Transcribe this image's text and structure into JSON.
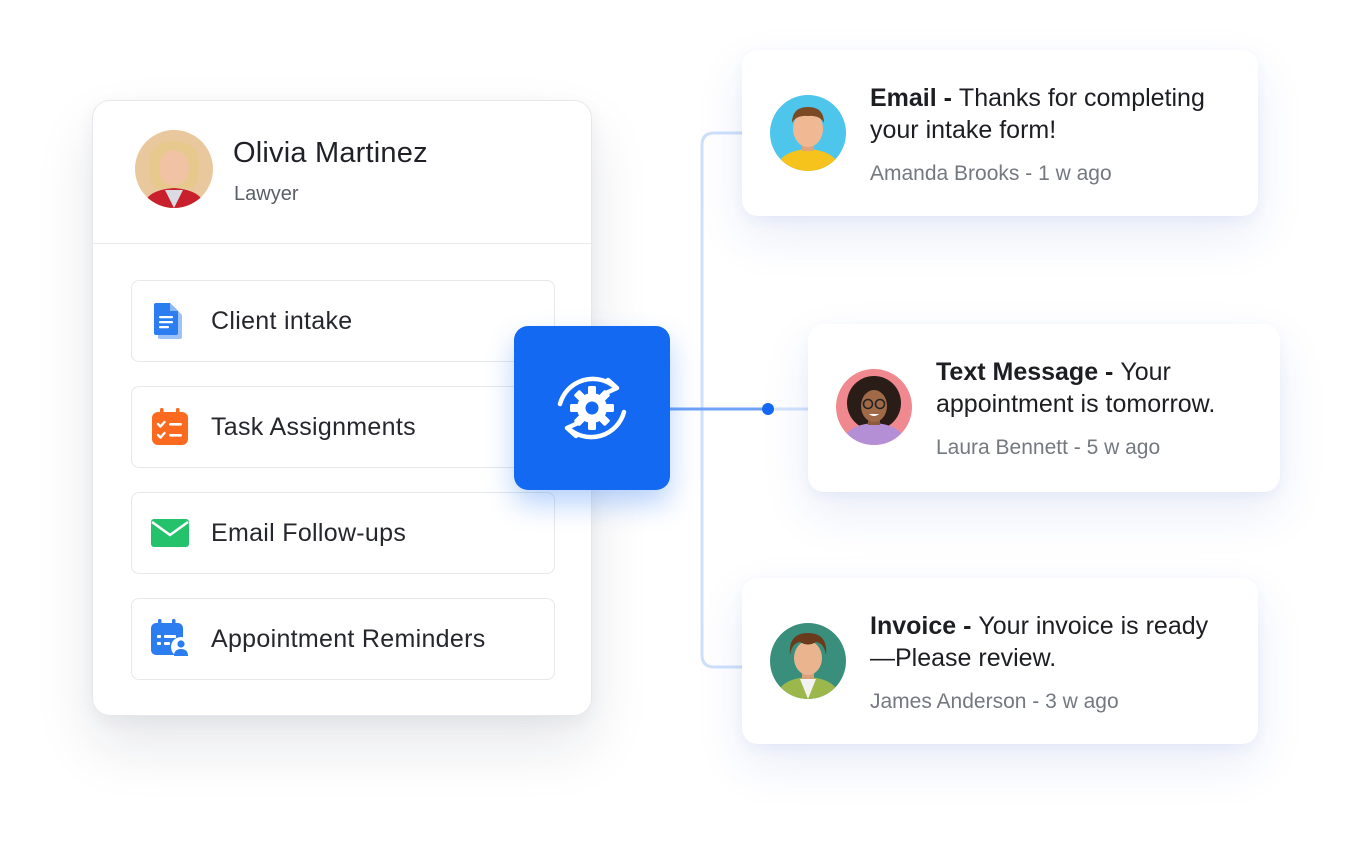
{
  "profile": {
    "name": "Olivia Martinez",
    "role": "Lawyer"
  },
  "menu": [
    {
      "label": "Client intake",
      "icon": "document-icon",
      "color": "#2b7df0"
    },
    {
      "label": "Task Assignments",
      "icon": "task-calendar-icon",
      "color": "#fb6a1e"
    },
    {
      "label": "Email Follow-ups",
      "icon": "email-envelope-icon",
      "color": "#23c26b"
    },
    {
      "label": "Appointment Reminders",
      "icon": "appointment-calendar-icon",
      "color": "#2b7df0"
    }
  ],
  "hub": {
    "icon": "gear-sync-icon",
    "color": "#1469f2"
  },
  "notifications": [
    {
      "type": "Email",
      "separator": " - ",
      "message": "Thanks for completing your intake form!",
      "sender": "Amanda Brooks",
      "time": "1 w ago",
      "meta_separator": " - "
    },
    {
      "type": "Text Message",
      "separator": " - ",
      "message": "Your appointment is tomorrow.",
      "sender": "Laura Bennett",
      "time": "5 w ago",
      "meta_separator": " - "
    },
    {
      "type": "Invoice",
      "separator": " - ",
      "message": "Your invoice is ready —Please review.",
      "sender": "James Anderson",
      "time": "3 w ago",
      "meta_separator": " - "
    }
  ]
}
